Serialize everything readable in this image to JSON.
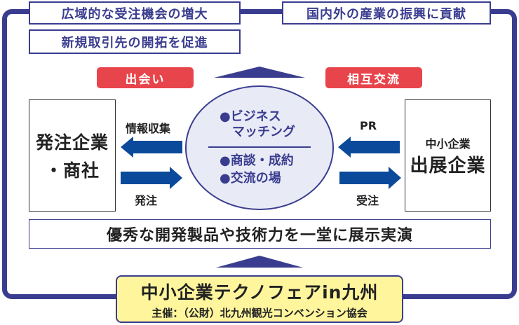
{
  "top_boxes": {
    "left_1": "広域的な受注機会の増大",
    "left_2": "新規取引先の開拓を促進",
    "right_1": "国内外の産業の振興に貢献"
  },
  "pills": {
    "left": "出会い",
    "right": "相互交流"
  },
  "left_company": {
    "line1": "発注企業",
    "line2": "・商社"
  },
  "right_company": {
    "sub": "中小企業",
    "main": "出展企業"
  },
  "arrow_labels": {
    "left_top": "情報収集",
    "left_bottom": "発注",
    "right_top": "PR",
    "right_bottom": "受注"
  },
  "center_ellipse": {
    "item1_line1": "●ビジネス",
    "item1_line2": "マッチング",
    "item2": "●商談・成約",
    "item3": "●交流の場"
  },
  "exhibit_box": "優秀な開発製品や技術力を一堂に展示実演",
  "event": {
    "title": "中小企業テクノフェアin九州",
    "organizer": "主催：（公財）北九州観光コンベンション協会"
  },
  "colors": {
    "navy": "#3a3d8f",
    "arrow_blue": "#0b4a9b",
    "pill_red": "#e8444b",
    "ellipse_fill": "#e8eaf6",
    "event_yellow": "#fff59d"
  }
}
